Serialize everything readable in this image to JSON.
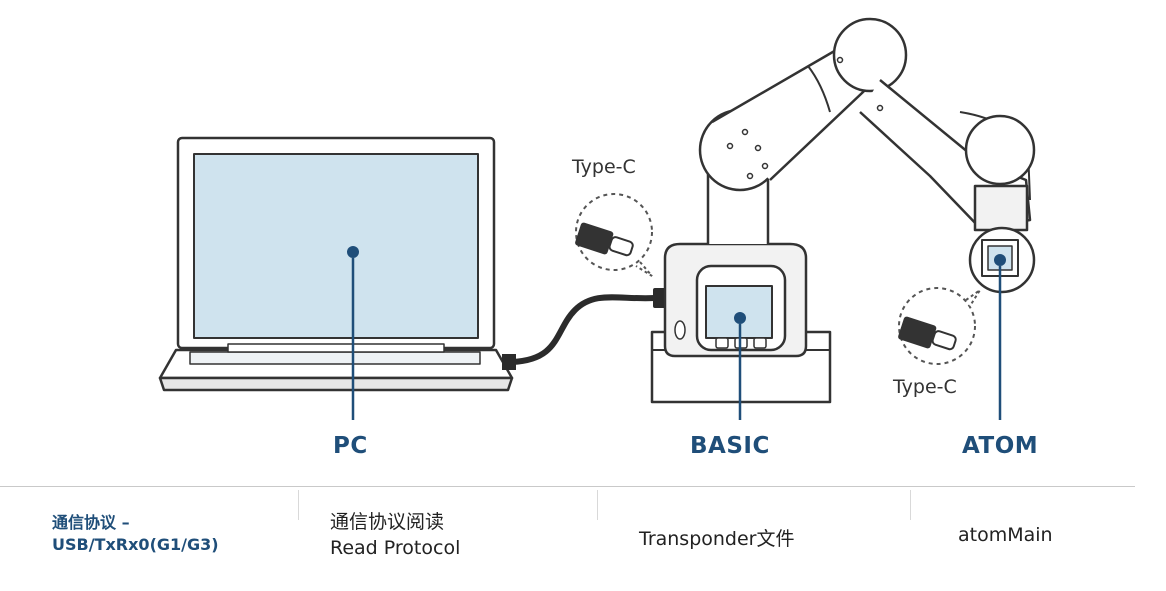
{
  "callouts": {
    "basic_port": "Type-C",
    "atom_port": "Type-C"
  },
  "nodes": {
    "pc": "PC",
    "basic": "BASIC",
    "atom": "ATOM"
  },
  "table": {
    "col1_line1": "通信协议 –",
    "col1_line2": "USB/TxRx0(G1/G3)",
    "col2_line1": "通信协议阅读",
    "col2_line2": "Read Protocol",
    "col3": "Transponder文件",
    "col4": "atomMain"
  },
  "colors": {
    "accent": "#1f4e79",
    "outline": "#333333",
    "screen": "#cfe3ee",
    "device_body": "#f2f2f2",
    "cable": "#2b2b2b"
  }
}
